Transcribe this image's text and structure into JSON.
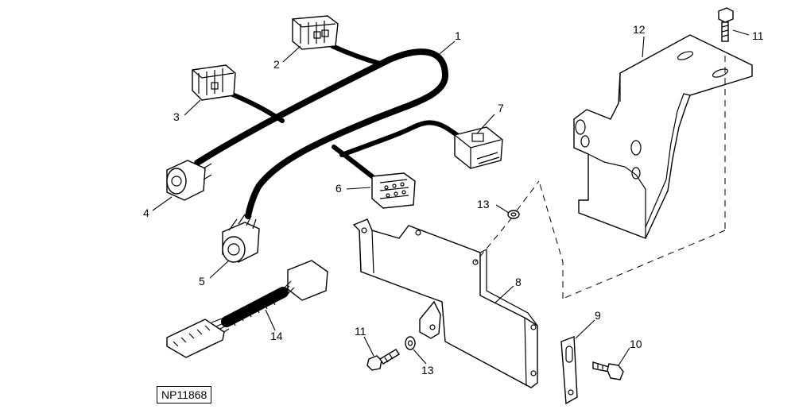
{
  "figure_id": "NP11868",
  "callouts": [
    "1",
    "2",
    "3",
    "4",
    "5",
    "6",
    "7",
    "8",
    "9",
    "10",
    "11",
    "11",
    "12",
    "13",
    "13",
    "14"
  ]
}
